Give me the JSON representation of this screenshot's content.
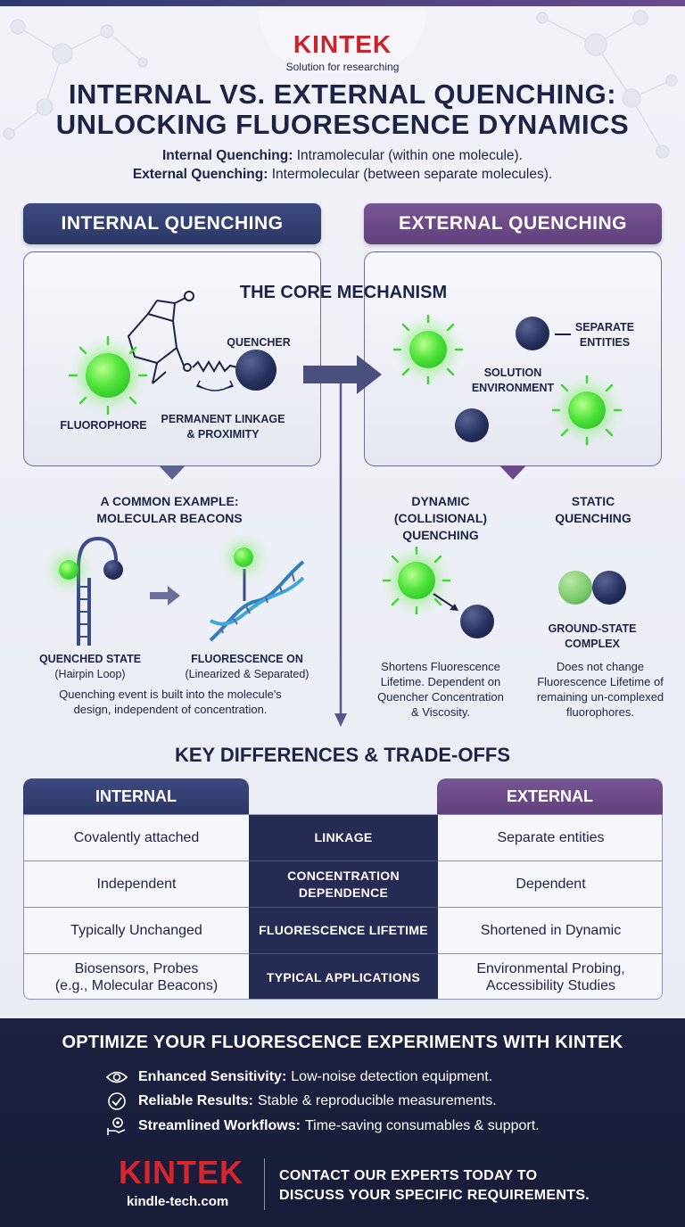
{
  "brand": {
    "name": "KINTEK",
    "tagline": "Solution for researching",
    "url": "kindle-tech.com",
    "accent": "#d8262e"
  },
  "header": {
    "title_line1": "INTERNAL VS. EXTERNAL QUENCHING:",
    "title_line2": "UNLOCKING FLUORESCENCE DYNAMICS",
    "def1_term": "Internal Quenching:",
    "def1_text": " Intramolecular (within one molecule).",
    "def2_term": "External Quenching:",
    "def2_text": " Intermolecular (between separate molecules)."
  },
  "internal": {
    "heading": "INTERNAL QUENCHING",
    "color": "#2f3a6a",
    "mechanism_title": "THE CORE MECHANISM",
    "quencher_label": "QUENCHER",
    "fluorophore_label": "FLUOROPHORE",
    "linkage_label_1": "PERMANENT LINKAGE",
    "linkage_label_2": "& PROXIMITY",
    "example_title_1": "A COMMON EXAMPLE:",
    "example_title_2": "MOLECULAR BEACONS",
    "quenched_state": "QUENCHED STATE",
    "quenched_state_note": "(Hairpin Loop)",
    "fluorescence_on": "FLUORESCENCE ON",
    "fluorescence_on_note": "(Linearized & Separated)",
    "summary_1": "Quenching event is built into the molecule's",
    "summary_2": "design, independent of concentration."
  },
  "external": {
    "heading": "EXTERNAL QUENCHING",
    "color": "#6a4a88",
    "separate_entities_1": "SEPARATE",
    "separate_entities_2": "ENTITIES",
    "solution_env_1": "SOLUTION",
    "solution_env_2": "ENVIRONMENT",
    "dynamic_title_1": "DYNAMIC",
    "dynamic_title_2": "(COLLISIONAL)",
    "dynamic_title_3": "QUENCHING",
    "static_title_1": "STATIC",
    "static_title_2": "QUENCHING",
    "complex_label_1": "GROUND-STATE",
    "complex_label_2": "COMPLEX",
    "dynamic_desc_1": "Shortens Fluorescence",
    "dynamic_desc_2": "Lifetime. Dependent on",
    "dynamic_desc_3": "Quencher Concentration",
    "dynamic_desc_4": "& Viscosity.",
    "static_desc_1": "Does not change",
    "static_desc_2": "Fluorescence Lifetime of",
    "static_desc_3": "remaining un-complexed",
    "static_desc_4": "fluorophores."
  },
  "comparison": {
    "title": "KEY DIFFERENCES & TRADE-OFFS",
    "col_internal": "INTERNAL",
    "col_external": "EXTERNAL",
    "rows": [
      {
        "aspect": "LINKAGE",
        "aspect_2": "",
        "internal": "Covalently attached",
        "internal_2": "",
        "external": "Separate entities",
        "external_2": ""
      },
      {
        "aspect": "CONCENTRATION",
        "aspect_2": "DEPENDENCE",
        "internal": "Independent",
        "internal_2": "",
        "external": "Dependent",
        "external_2": ""
      },
      {
        "aspect": "FLUORESCENCE LIFETIME",
        "aspect_2": "",
        "internal": "Typically Unchanged",
        "internal_2": "",
        "external": "Shortened in Dynamic",
        "external_2": ""
      },
      {
        "aspect": "TYPICAL APPLICATIONS",
        "aspect_2": "",
        "internal": "Biosensors, Probes",
        "internal_2": "(e.g., Molecular Beacons)",
        "external": "Environmental Probing,",
        "external_2": "Accessibility Studies"
      }
    ]
  },
  "footer": {
    "title": "OPTIMIZE YOUR FLUORESCENCE EXPERIMENTS WITH KINTEK",
    "items": [
      {
        "icon": "eye-icon",
        "term": "Enhanced Sensitivity:",
        "text": "Low-noise detection equipment."
      },
      {
        "icon": "check-circle-icon",
        "term": "Reliable Results:",
        "text": "Stable & reproducible measurements."
      },
      {
        "icon": "hand-gear-icon",
        "term": "Streamlined Workflows:",
        "text": "Time-saving consumables & support."
      }
    ],
    "cta_1": "CONTACT OUR EXPERTS TODAY TO",
    "cta_2": "DISCUSS YOUR SPECIFIC REQUIREMENTS."
  }
}
